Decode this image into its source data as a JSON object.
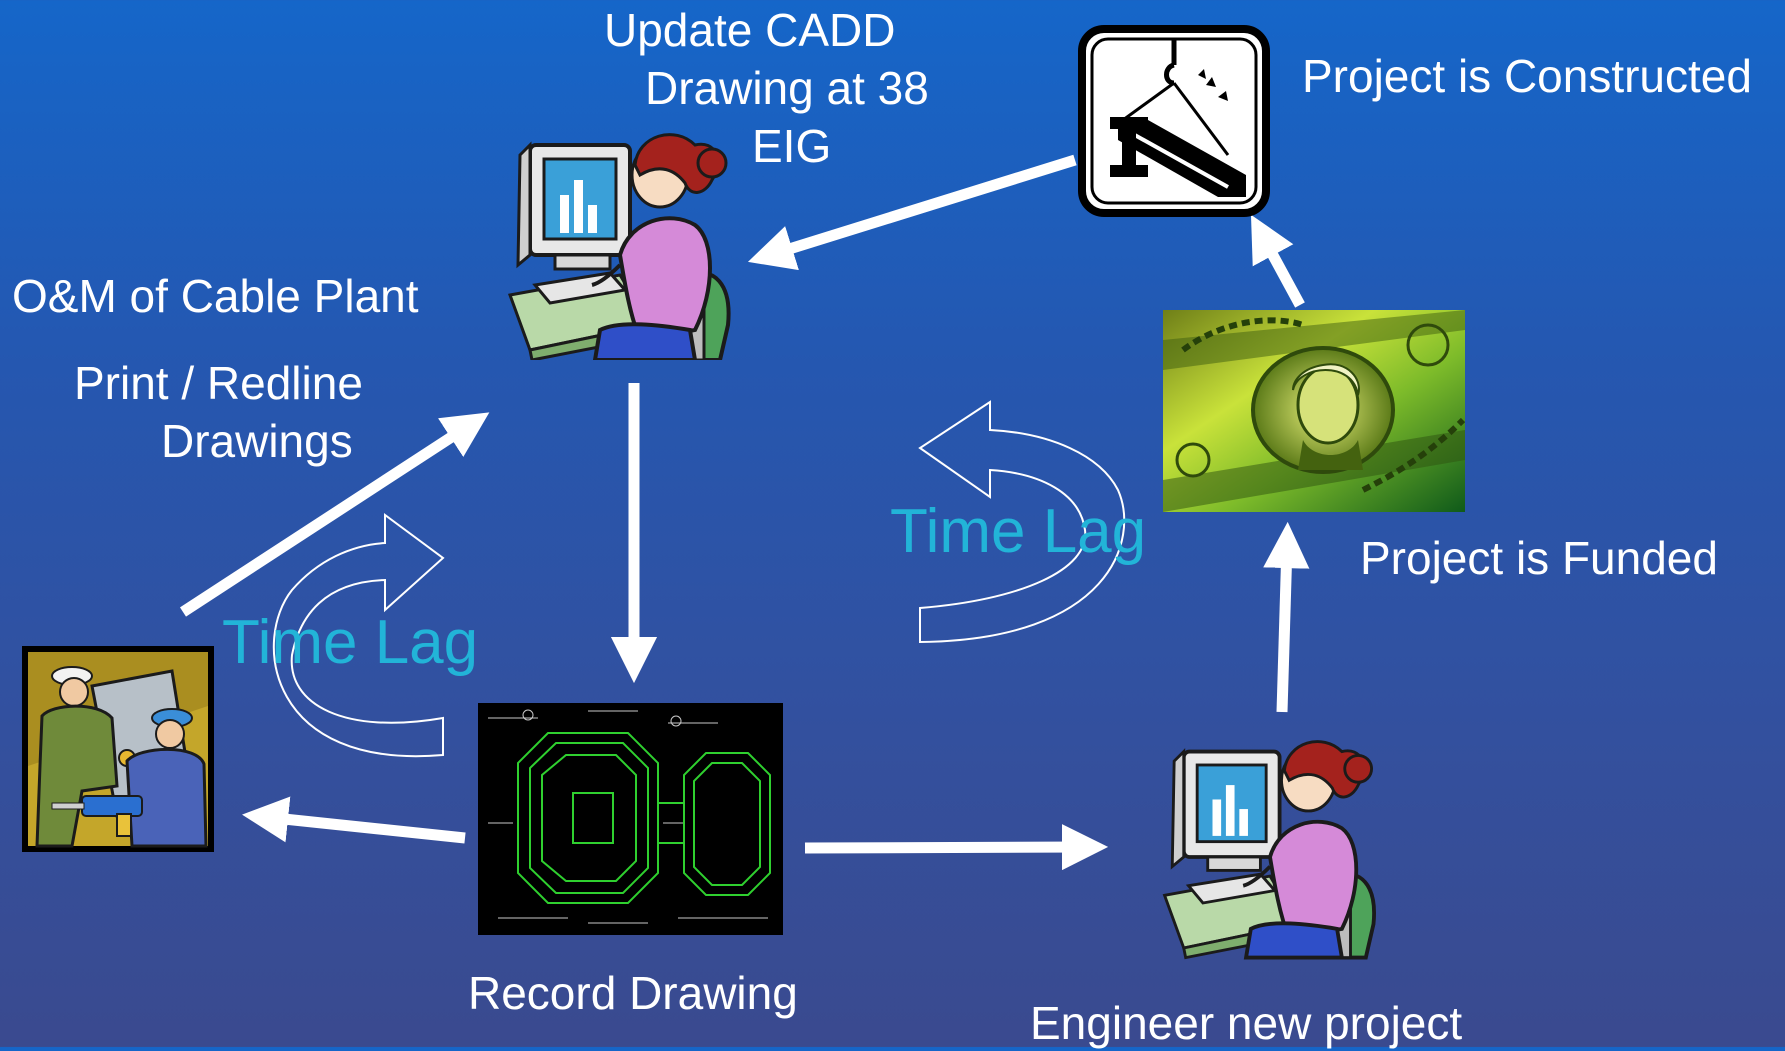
{
  "labels": {
    "update_cadd": [
      "Update CADD",
      "Drawing at 38",
      "EIG"
    ],
    "project_constructed": "Project is Constructed",
    "om_cable_plant": "O&M of Cable Plant",
    "print_redline": [
      "Print / Redline",
      "Drawings"
    ],
    "project_funded": "Project is Funded",
    "record_drawing": "Record Drawing",
    "engineer_new_project": "Engineer new project",
    "time_lag_left": "Time Lag",
    "time_lag_right": "Time Lag"
  },
  "icons": {
    "cad_operator_top": "woman-at-computer-icon",
    "construction": "crane-steel-beam-icon",
    "funding": "dollar-bill-icon",
    "field_workers": "construction-workers-icon",
    "record_drawing": "cad-record-drawing-icon",
    "engineer": "woman-at-computer-icon"
  },
  "colors": {
    "text": "#ffffff",
    "time_lag": "#22b4d8",
    "arrow": "#ffffff",
    "background_top": "#1566c9",
    "background_bottom": "#3a4a8f",
    "cad_line": "#2fd02f"
  }
}
